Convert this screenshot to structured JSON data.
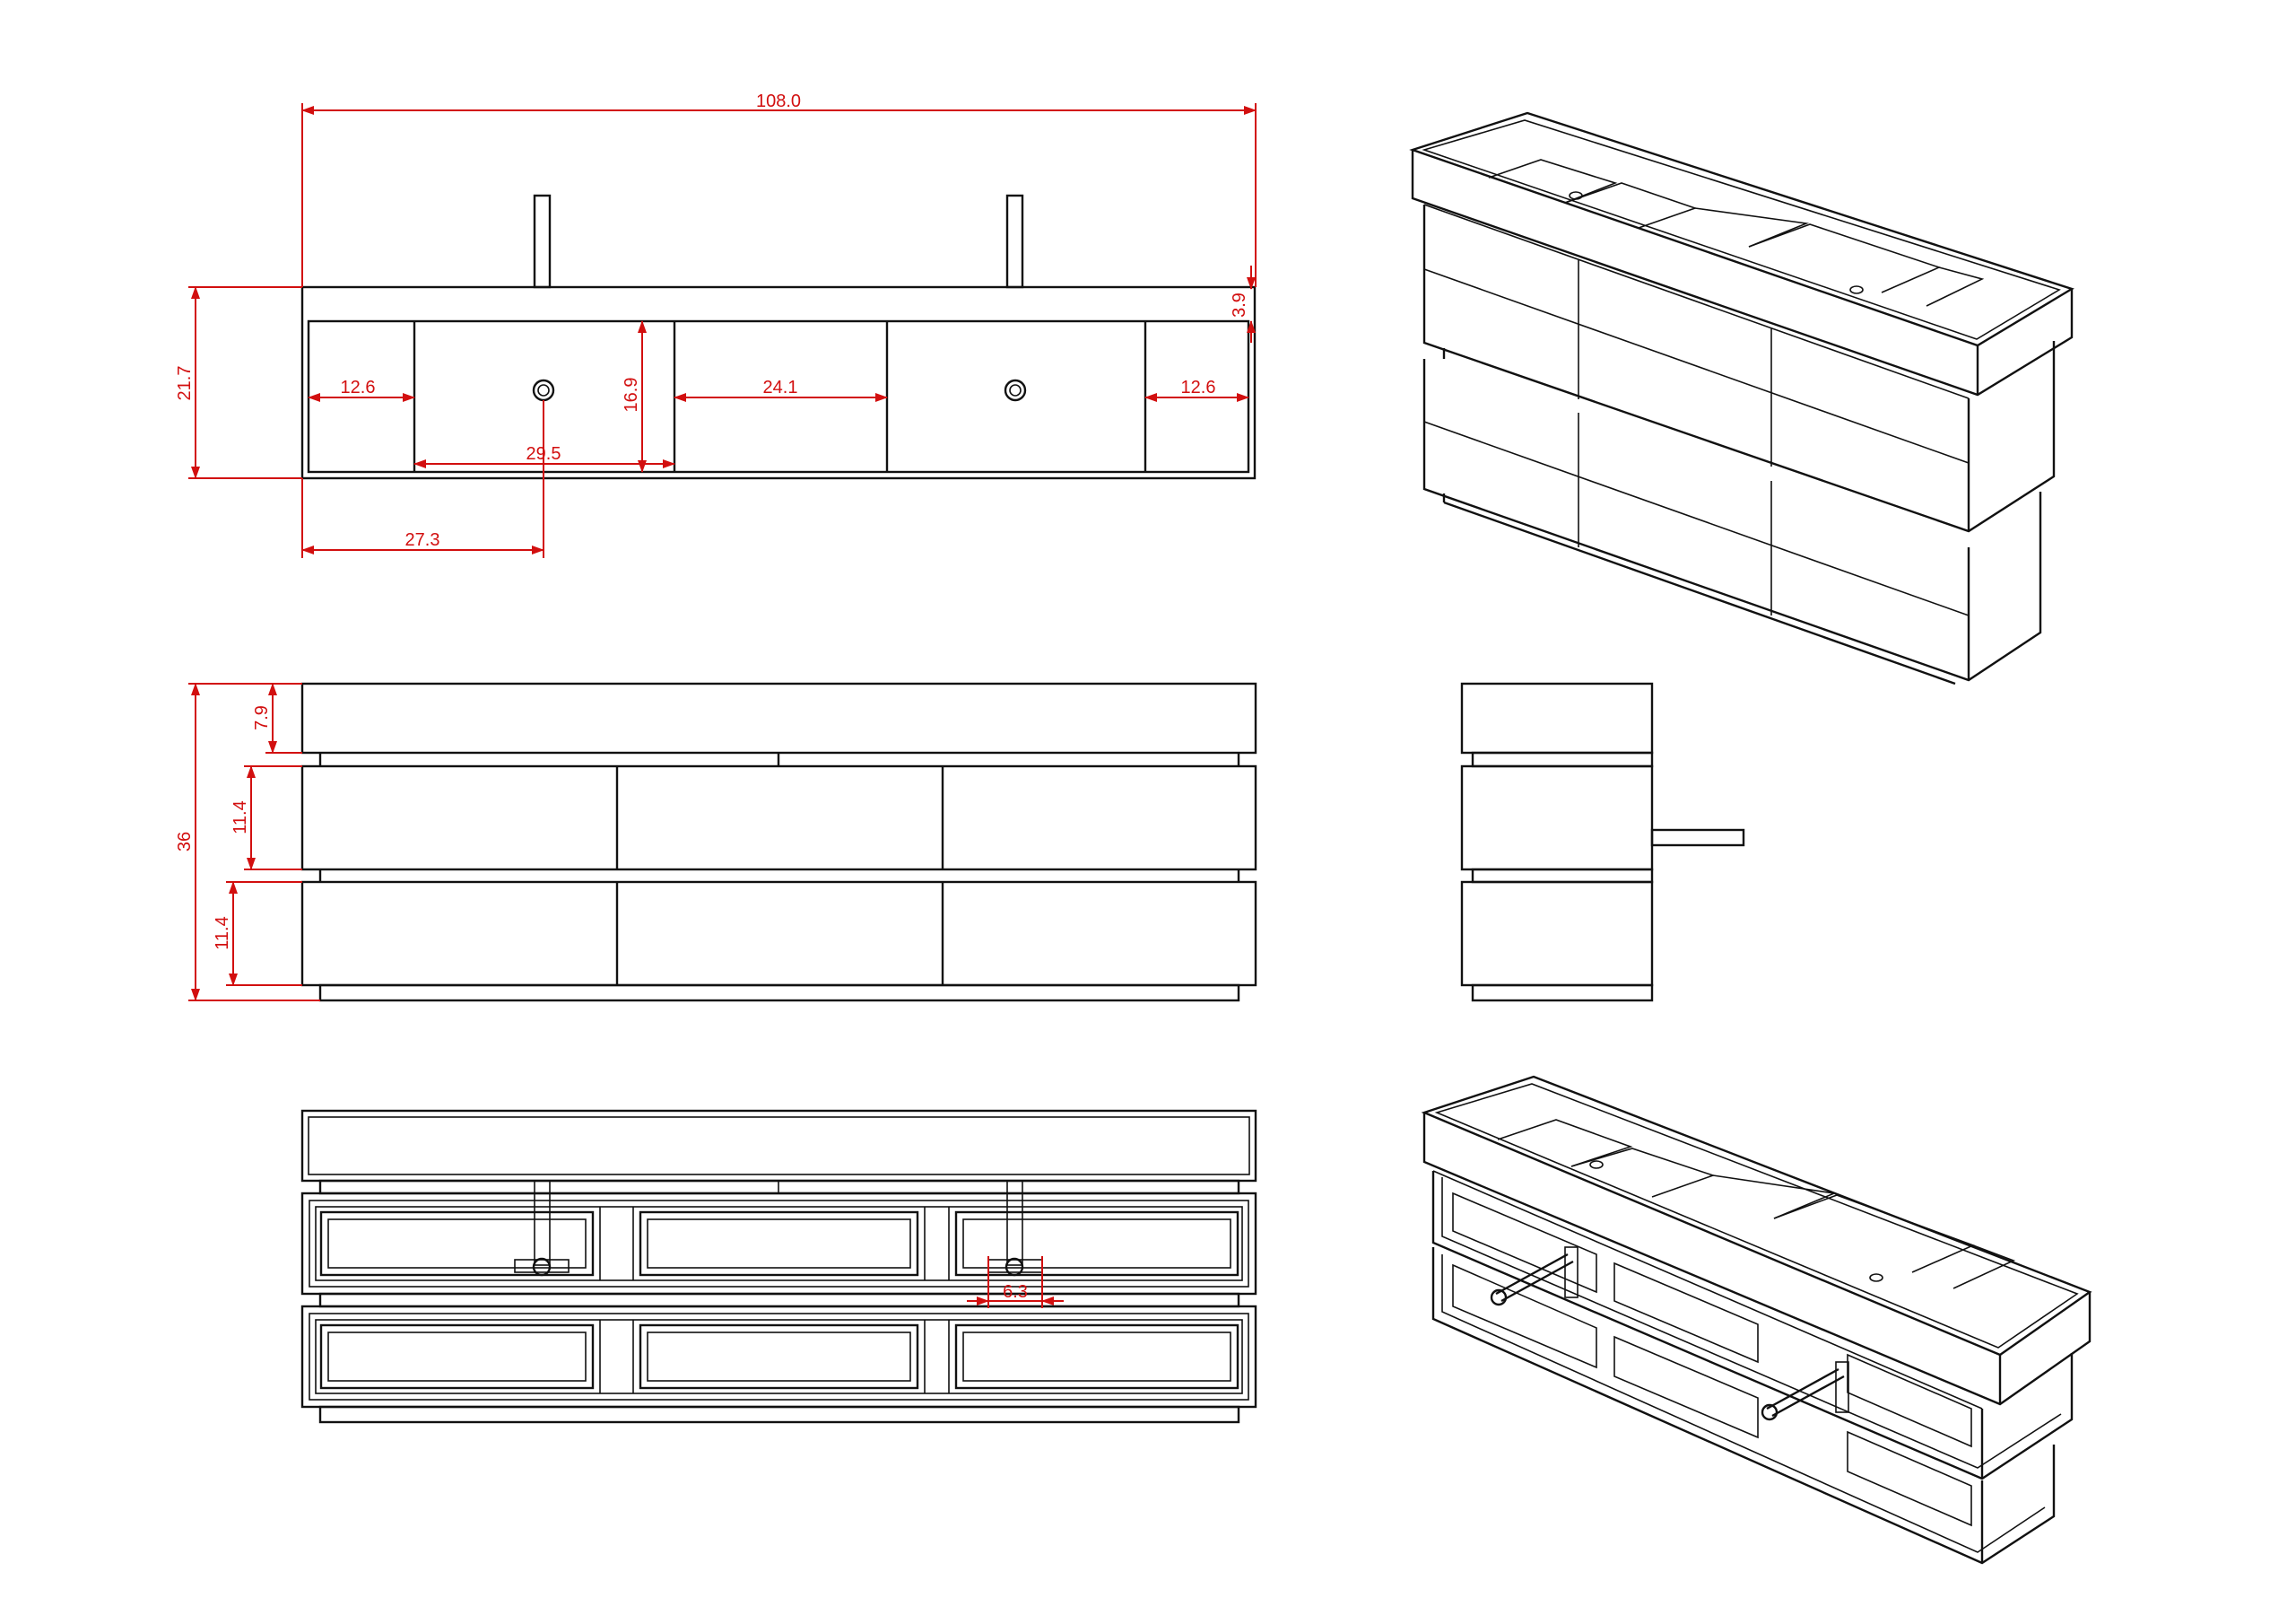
{
  "drawing": {
    "dimension_color": "#d20f0f",
    "line_color": "#111111",
    "top_view": {
      "overall_width": "108.0",
      "overall_depth": "21.7",
      "back_edge": "3.9",
      "end_tray_left": "12.6",
      "end_tray_right": "12.6",
      "basin_width": "29.5",
      "basin_depth": "16.9",
      "center_gap": "24.1",
      "drain_offset": "27.3"
    },
    "front_view": {
      "overall_height": "36",
      "top_height": "7.9",
      "drawer1_height": "11.4",
      "drawer2_height": "11.4"
    },
    "section_view": {
      "pipe_width": "6.3"
    }
  }
}
